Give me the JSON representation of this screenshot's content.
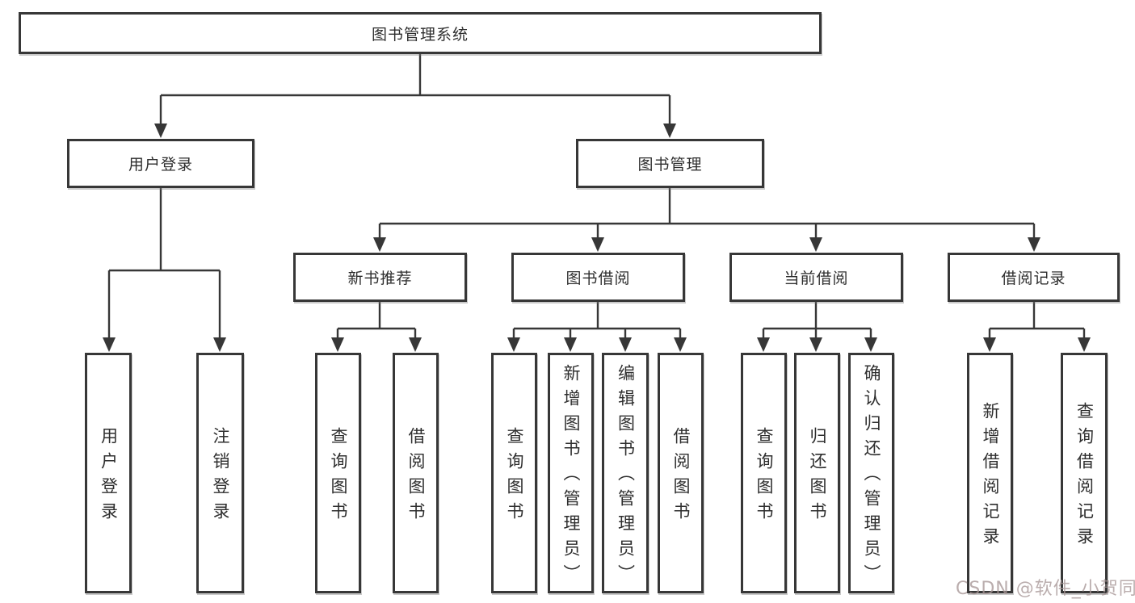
{
  "diagram": {
    "type": "tree",
    "title_node": "图书管理系统",
    "root": {
      "id": "system",
      "label": "图书管理系统"
    },
    "level2": [
      {
        "id": "user-login",
        "label": "用户登录",
        "parent": "system"
      },
      {
        "id": "book-management",
        "label": "图书管理",
        "parent": "system"
      }
    ],
    "level3": [
      {
        "id": "new-book-recommend",
        "label": "新书推荐",
        "parent": "book-management"
      },
      {
        "id": "book-borrow",
        "label": "图书借阅",
        "parent": "book-management"
      },
      {
        "id": "current-borrow",
        "label": "当前借阅",
        "parent": "book-management"
      },
      {
        "id": "borrow-records",
        "label": "借阅记录",
        "parent": "book-management"
      }
    ],
    "leaves": [
      {
        "id": "leaf-user-login",
        "label": "用户登录",
        "parent": "user-login"
      },
      {
        "id": "leaf-logout",
        "label": "注销登录",
        "parent": "user-login"
      },
      {
        "id": "leaf-query-book-1",
        "label": "查询图书",
        "parent": "new-book-recommend"
      },
      {
        "id": "leaf-borrow-book-1",
        "label": "借阅图书",
        "parent": "new-book-recommend"
      },
      {
        "id": "leaf-query-book-2",
        "label": "查询图书",
        "parent": "book-borrow"
      },
      {
        "id": "leaf-add-book-admin",
        "label": "新增图书（管理员）",
        "parent": "book-borrow"
      },
      {
        "id": "leaf-edit-book-admin",
        "label": "编辑图书（管理员）",
        "parent": "book-borrow"
      },
      {
        "id": "leaf-borrow-book-2",
        "label": "借阅图书",
        "parent": "book-borrow"
      },
      {
        "id": "leaf-query-book-3",
        "label": "查询图书",
        "parent": "current-borrow"
      },
      {
        "id": "leaf-return-book",
        "label": "归还图书",
        "parent": "current-borrow"
      },
      {
        "id": "leaf-confirm-return-admin",
        "label": "确认归还（管理员）",
        "parent": "current-borrow"
      },
      {
        "id": "leaf-add-borrow-record",
        "label": "新增借阅记录",
        "parent": "borrow-records"
      },
      {
        "id": "leaf-query-borrow-record",
        "label": "查询借阅记录",
        "parent": "borrow-records"
      }
    ]
  },
  "colors": {
    "line": "#373737",
    "box_border": "#373737",
    "box_background": "#ffffff",
    "text": "#2e2e2e",
    "watermark": "#a69696"
  },
  "watermark": {
    "text": "CSDN @软件_小贺同学"
  }
}
